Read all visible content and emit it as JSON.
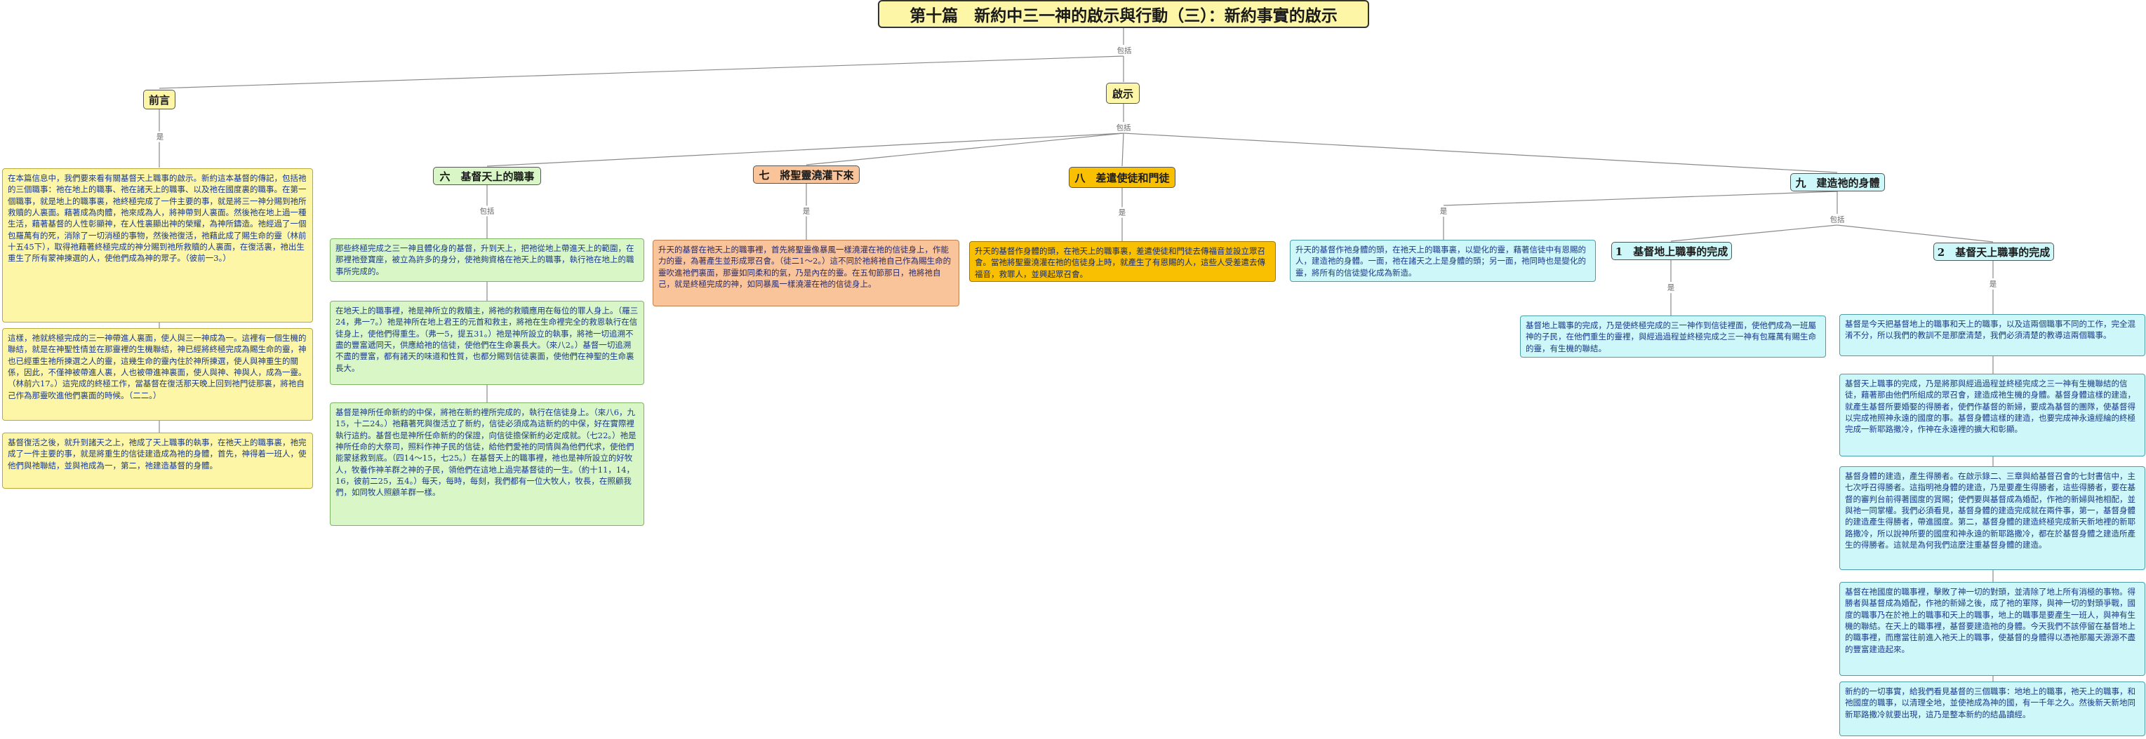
{
  "title": "第十篇　新約中三一神的啟示與行動（三）：新約事實的啟示",
  "labels": {
    "includes": "包括",
    "is": "是"
  },
  "intro": {
    "label": "前言",
    "notes": [
      "在本篇信息中，我們要來看有關基督天上職事的啟示。新約這本基督的傳記，包括祂的三個職事：祂在地上的職事、祂在諸天上的職事、以及祂在國度裏的職事。在第一個職事，就是地上的職事裏，祂終極完成了一件主要的事，就是將三一神分賜到祂所救贖的人裏面。藉著成為肉體，祂來成為人，將神帶到人裏面。然後祂在地上過一種生活，藉著基督的人性彰顯神，在人性裏顯出神的榮耀，為神所鑄造。祂經過了一個包羅萬有的死，消除了一切消極的事物，然後祂復活，祂藉此成了賜生命的靈（林前十五45下），取得祂藉著終極完成的神分賜到祂所救贖的人裏面，在復活裏，祂出生重生了所有蒙神揀選的人，使他們成為神的眾子。（彼前一3。）",
      "這樣，祂就終極完成的三一神帶進人裏面，使人與三一神成為一。這裡有一個生機的聯結，就是在神聖性情並在那靈裡的生機聯結，神已經將終極完成為賜生命的靈，神也已經重生祂所揀選之人的靈，這幾生命的靈內住於神所揀選，使人與神重生的關係，因此，不僅神被帶進人裏，人也被帶進神裏面，使人與神、神與人，成為一靈。（林前六17。）這完成的終極工作，當基督在復活那天晚上回到祂門徒那裏，將祂自己作為那靈吹進他們裏面的時候。（二二。）",
      "基督復活之後，就升到諸天之上，祂成了天上職事的執事，在祂天上的職事裏，祂完成了一件主要的事，就是將重生的信徒建造成為祂的身體，首先，神得着一班人，使他們與祂聯結，並與祂成為一，第二，祂建造基督的身體。"
    ]
  },
  "revelation": {
    "label": "啟示",
    "branches": [
      {
        "label": "六　基督天上的職事",
        "notes": [
          "那些終極完成之三一神且體化身的基督，升到天上，把祂從地上帶進天上的範圍，在那裡祂登寶座，被立為許多的身分，使祂夠資格在祂天上的職事，執行祂在地上的職事所完成的。",
          "在地天上的職事裡，祂是神所立的救贖主，將祂的救贖應用在每位的罪人身上。（羅三24，弗一7。）祂是神所在地上君王的元首和救主，將祂在生命裡完全的救恩執行在信徒身上，使他們得重生。（弗一5，提五31。）祂是神所設立的執事，將祂一切追溯不盡的豐富遞同天，供應給祂的信徒，使他們在生命裏長大。（來八2。）基督一切追溯不盡的豐富，都有諸天的味道和性質，也都分賜到信徒裏面，使他們在神聖的生命裏長大。",
          "基督是神所任命新約的中保，將祂在新約裡所完成的，執行在信徒身上。（來八6，九15，十二24。）祂藉著死與復活立了新約，信徒必須成為這新約的中保，好在實際裡執行這約。基督也是神所任命新約的保證，向信徒擔保新約必定成就。（七22。）祂是神所任命的大祭司，照料作神子民的信徒，給他們愛祂的同情與為他們代求，使他們能蒙拯救到底。（四14～15，七25。）在基督天上的職事裡，祂也是神所設立的好牧人，牧養作神羊群之神的子民，領他們在這地上過完基督徒的一生。（約十11，14，16，彼前二25，五4。）每天，每時，每刻，我們都有一位大牧人，牧長，在照顧我們，如同牧人照顧羊群一樣。"
        ]
      },
      {
        "label": "七　將聖靈澆灌下來",
        "notes": [
          "升天的基督在祂天上的職事裡，首先將聖靈像暴風一樣澆灌在祂的信徒身上，作能力的靈，為著產生並形成眾召會。（徒二1～2。）這不同於祂將祂自己作為賜生命的靈吹進祂們裏面，那靈如同柔和的氣，乃是內在的靈。在五旬節那日，祂將祂自己，就是終極完成的神，如同暴風一樣澆灌在祂的信徒身上。"
        ]
      },
      {
        "label": "八　差遣使徒和門徒",
        "notes": [
          "升天的基督作身體的頭，在祂天上的職事裏，差遣使徒和門徒去傳福音並設立眾召會。當祂將聖靈澆灌在祂的信徒身上時，就產生了有恩賜的人，這些人受差遣去傳福音，救罪人，並興起眾召會。"
        ]
      },
      {
        "label": "九　建造祂的身體",
        "notes": [
          "升天的基督作祂身體的頭，在祂天上的職事裏，以變化的靈，藉著信徒中有恩賜的人，建造祂的身體。一面，祂在諸天之上是身體的頭；另一面，祂同時也是變化的靈，將所有的信徒變化成為新造。"
        ],
        "subs": [
          {
            "label": "1　基督地上職事的完成",
            "notes": [
              "基督地上職事的完成，乃是使終極完成的三一神作到信徒裡面，使他們成為一班屬神的子民，在他們重生的靈裡，與經過過程並終極完成之三一神有包羅萬有賜生命的靈，有生機的聯結。"
            ]
          },
          {
            "label": "2　基督天上職事的完成",
            "notes": [
              "基督是今天把基督地上的職事和天上的職事，以及這兩個職事不同的工作，完全混淆不分，所以我們的教訓不是那麼清楚，我們必須清楚的教導這兩個職事。",
              "基督天上職事的完成，乃是將那與經過過程並終極完成之三一神有生機聯結的信徒，藉著那由他們所組成的眾召會，建造成祂生機的身體。基督身體這樣的建造，就產生基督所要婚娶的得勝者，使們作基督的新婦，要成為基督的團隊，使基督得以完成祂照神永遠的國度的事。基督身體這樣的建造，也要完成神永遠經綸的終極完成一新耶路撒冷，作神在永遠裡的擴大和彰顯。",
              "基督身體的建造，產生得勝者。在啟示錄二、三章與給基督召會的七封書信中，主七次呼召得勝者。這指明祂身體的建造，乃是要產生得勝者，這些得勝者，要在基督的審判台前得著國度的賞賜；使們要與基督成為婚配，作祂的新婦與祂相配，並與祂一同掌權。我們必須看見，基督身體的建造完成就在兩件事，第一，基督身體的建造產生得勝者，帶進國度。第二，基督身體的建造終極完成新天新地裡的新耶路撒冷，所以說神所要的國度和神永遠的新耶路撒冷，都在於基督身體之建造所產生的得勝者。這就是為何我們這麼注重基督身體的建造。",
              "基督在祂國度的職事裡，擊敗了神一切的對頭，並清除了地上所有消極的事物。得勝者與基督成為婚配，作祂的新婦之後，成了祂的軍隊，與神一切的對頭爭戰，國度的職事乃在於祂上的職事和天上的職事，地上的職事是要產生一班人，與神有生機的聯結。在天上的職事裡，基督要建造祂的身體。今天我們不該停留在基督地上的職事裡，而應當往前進入祂天上的職事，使基督的身體得以憑祂那屬天源源不盡的豐富建造起來。",
              "新約的一切事實，給我們看見基督的三個職事：地地上的職事，祂天上的職事，和祂國度的職事，以清理全地，並使祂成為神的國，有一千年之久。然後新天新地同新耶路撒冷就要出現，這乃是整本新約的結晶讀經。"
            ]
          }
        ]
      }
    ]
  }
}
